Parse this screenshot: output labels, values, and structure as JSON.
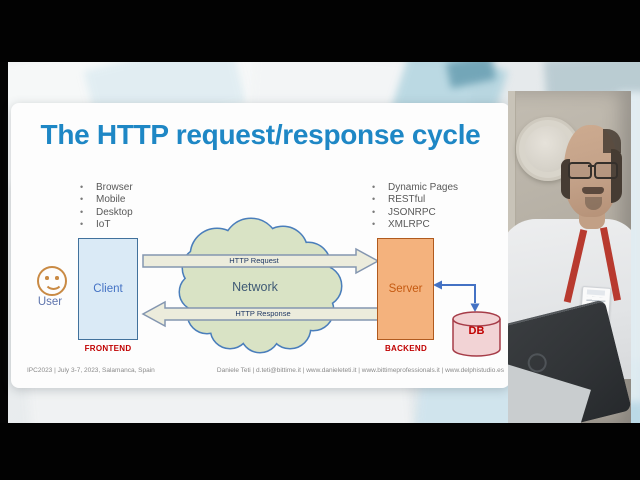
{
  "slide": {
    "title": "The HTTP request/response cycle",
    "client_features": [
      "Browser",
      "Mobile",
      "Desktop",
      "IoT"
    ],
    "server_features": [
      "Dynamic Pages",
      "RESTful",
      "JSONRPC",
      "XMLRPC"
    ],
    "diagram": {
      "user": "User",
      "client": "Client",
      "frontend": "FRONTEND",
      "network": "Network",
      "server": "Server",
      "backend": "BACKEND",
      "db": "DB",
      "http_request": "HTTP Request",
      "http_response": "HTTP Response"
    },
    "footer": {
      "left": "IPC2023 | July 3-7, 2023, Salamanca, Spain",
      "right": "Daniele Teti | d.teti@bittime.it | www.danieleteti.it | www.bittimeprofessionals.it | www.delphistudio.es"
    },
    "colors": {
      "title_blue": "#1e87c5",
      "bullet_text": "#595959",
      "client_fill": "#daeaf6",
      "client_border": "#41719c",
      "client_text": "#4472c4",
      "server_fill": "#f4b27d",
      "server_border": "#b05a1e",
      "server_text": "#c55a11",
      "cloud_fill": "#d9e3c5",
      "cloud_border": "#4a7ebb",
      "network_text": "#3f5a75",
      "arrow_fill": "#ececdc",
      "arrow_border": "#8496b0",
      "arrow_text": "#1f3864",
      "tier_label_red": "#c00000",
      "db_fill": "#f2d3d5",
      "db_border": "#a63c48",
      "connector_blue": "#4472c4",
      "smiley_orange": "#c98a44",
      "user_text": "#5e74ad",
      "footer_text": "#8a8a8a"
    }
  }
}
